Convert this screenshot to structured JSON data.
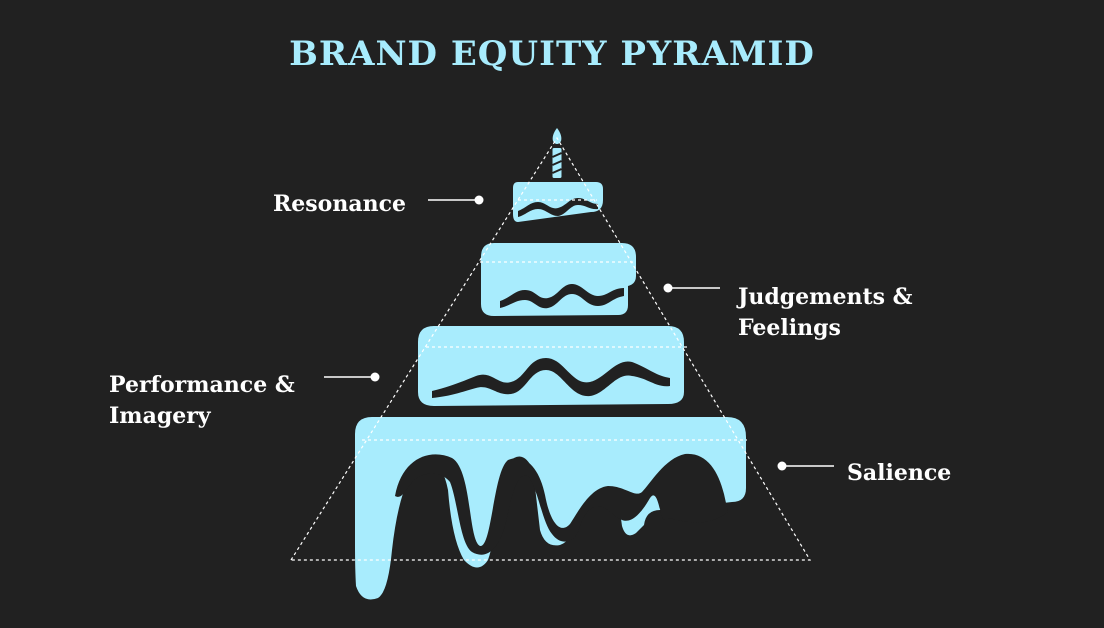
{
  "title": "BRAND EQUITY PYRAMID",
  "levels": [
    {
      "line1": "Resonance",
      "line2": ""
    },
    {
      "line1": "Judgements &",
      "line2": "Feelings"
    },
    {
      "line1": "Performance &",
      "line2": "Imagery"
    },
    {
      "line1": "Salience",
      "line2": ""
    }
  ],
  "colors": {
    "background": "#212121",
    "cake": "#a8ecfd",
    "text": "#ffffff",
    "title": "#a8ecfd"
  },
  "icons": {
    "top": "candle-icon"
  }
}
